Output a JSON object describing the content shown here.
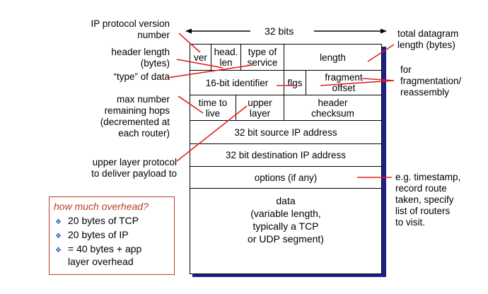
{
  "header": {
    "bits_label": "32 bits"
  },
  "left_labels": {
    "ip_version": [
      "IP protocol version",
      "number"
    ],
    "header_length": [
      "header length",
      "(bytes)"
    ],
    "type_of_data": "“type” of data",
    "max_hops": [
      "max number",
      "remaining hops",
      "(decremented at",
      "each router)"
    ],
    "upper_layer": [
      "upper layer protocol",
      "to deliver payload to"
    ]
  },
  "right_labels": {
    "total_length": [
      "total datagram",
      "length (bytes)"
    ],
    "fragmentation": [
      "for",
      "fragmentation/",
      "reassembly"
    ],
    "options_note": [
      "e.g. timestamp,",
      "record route",
      "taken, specify",
      "list of routers",
      "to visit."
    ]
  },
  "fields": {
    "ver": "ver",
    "head_len": [
      "head.",
      "len"
    ],
    "type_of_service": [
      "type of",
      "service"
    ],
    "length": "length",
    "identifier": "16-bit identifier",
    "flags": "flgs",
    "fragment_offset": [
      "fragment",
      "offset"
    ],
    "ttl": [
      "time to",
      "live"
    ],
    "upper_layer": [
      "upper",
      "layer"
    ],
    "checksum": [
      "header",
      "checksum"
    ],
    "src_ip": "32 bit source IP address",
    "dst_ip": "32 bit destination IP address",
    "options": "options (if any)",
    "data": [
      "data",
      "(variable length,",
      "typically a TCP",
      "or UDP segment)"
    ]
  },
  "overhead_box": {
    "title": "how much overhead?",
    "items": [
      "20 bytes of TCP",
      "20 bytes of IP",
      "= 40 bytes + app",
      "layer overhead"
    ]
  },
  "colors": {
    "annotation_line": "#e02020",
    "shadow": "#1f1f8c",
    "box_border": "#c0392b"
  }
}
